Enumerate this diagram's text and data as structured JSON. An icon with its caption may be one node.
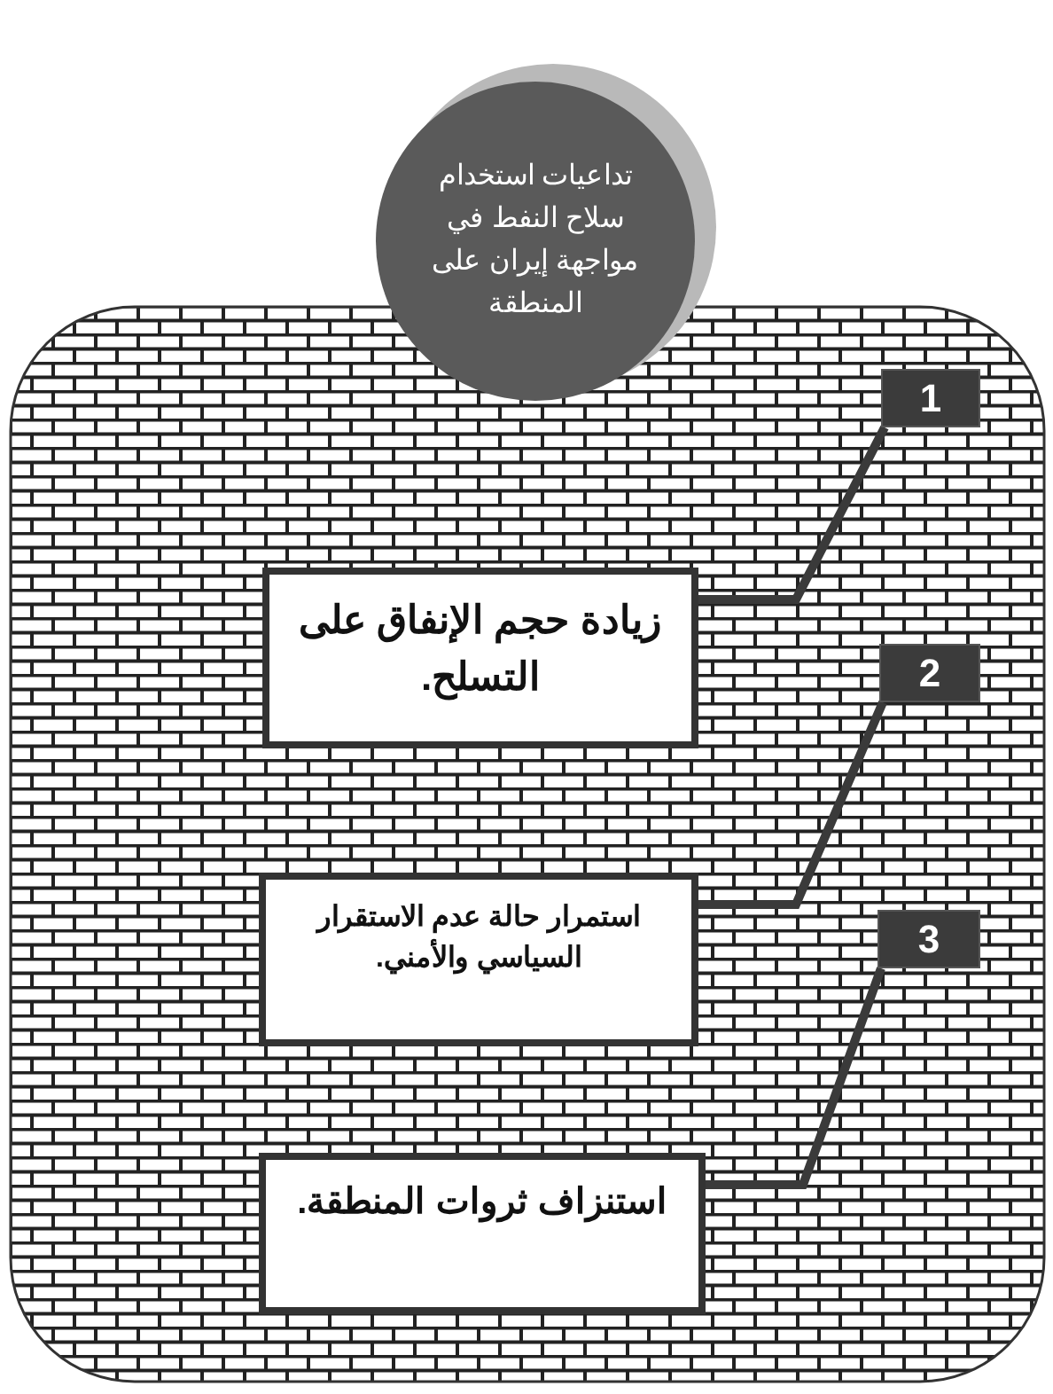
{
  "diagram": {
    "nodes": [
      {
        "text": [
          "تداعيات استخدام سلاح النفط في مواجهة إيران على المنطقة"
        ]
      },
      {
        "text": [],
        "shape": "box"
      },
      {
        "text": [
          "1"
        ],
        "in": 1
      },
      {
        "text": [
          "زيادة حجم الإنفاق على التسلح."
        ],
        "in": 1
      },
      {
        "text": [
          "2"
        ],
        "in": 1
      },
      {
        "text": [
          "استمرار حالة عدم الاستقرار السياسي والأمني."
        ],
        "in": 1
      },
      {
        "text": [
          "3"
        ],
        "in": 1
      },
      {
        "text": [
          "استنزاف ثروات المنطقة."
        ],
        "in": 1
      }
    ],
    "edges": [
      {
        "from": 2,
        "to": 3,
        "arrow": "none"
      },
      {
        "from": 4,
        "to": 5,
        "arrow": "none"
      },
      {
        "from": 6,
        "to": 7,
        "arrow": "none"
      }
    ]
  }
}
